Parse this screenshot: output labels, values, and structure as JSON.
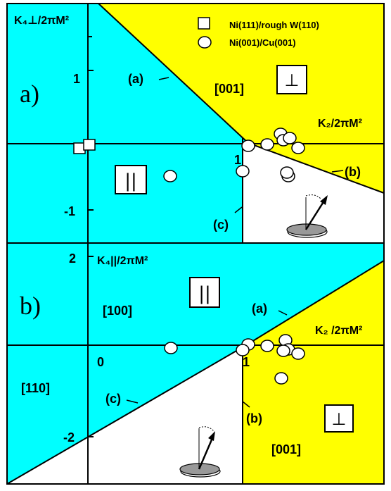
{
  "colors": {
    "cyan": "#00ffff",
    "yellow": "#ffff00",
    "white": "#ffffff",
    "line": "#000000",
    "disk": "#999999"
  },
  "legend": {
    "square_label": "Ni(111)/rough W(110)",
    "circle_label": "Ni(001)/Cu(001)"
  },
  "panel_a": {
    "panel_label": "a)",
    "y_axis_label": "K₄⊥/2πM²",
    "x_axis_label": "K₂/2πM²",
    "tick_y_pos": "1",
    "tick_y_neg": "-1",
    "tick_x": "1",
    "curve_a_label": "(a)",
    "curve_b_label": "(b)",
    "curve_c_label": "(c)",
    "region_001_label": "[001]",
    "perp_symbol": "⊥",
    "parallel_symbol": "||"
  },
  "panel_b": {
    "panel_label": "b)",
    "y_axis_label": "K₄||/2πM²",
    "x_axis_label": "K₂ /2πM²",
    "tick_y_pos": "2",
    "tick_y_neg": "-2",
    "tick_x_zero": "0",
    "tick_x": "1",
    "curve_a_label": "(a)",
    "curve_b_label": "(b)",
    "curve_c_label": "(c)",
    "region_100_label": "[100]",
    "region_110_label": "[110]",
    "region_001_label": "[001]",
    "perp_symbol": "⊥",
    "parallel_symbol": "||"
  }
}
